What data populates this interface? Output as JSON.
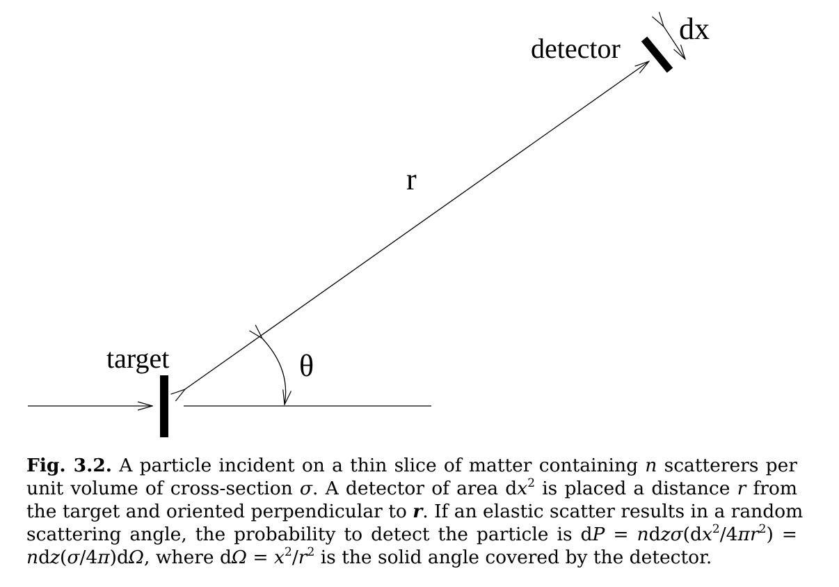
{
  "figure": {
    "labels": {
      "detector": "detector",
      "dx": "dx",
      "r": "r",
      "target": "target",
      "theta": "θ"
    }
  },
  "caption": {
    "fig_label": "Fig. 3.2.",
    "text": "A particle incident on a thin slice of matter containing n scatterers per unit volume of cross-section σ. A detector of area dx² is placed a distance r from the target and oriented perpendicular to r. If an elastic scatter results in a random scattering angle, the probability to detect the particle is dP = ndzσ(dx²/4πr²) = ndz(σ/4π)dΩ, where dΩ = x²/r² is the solid angle covered by the detector."
  }
}
